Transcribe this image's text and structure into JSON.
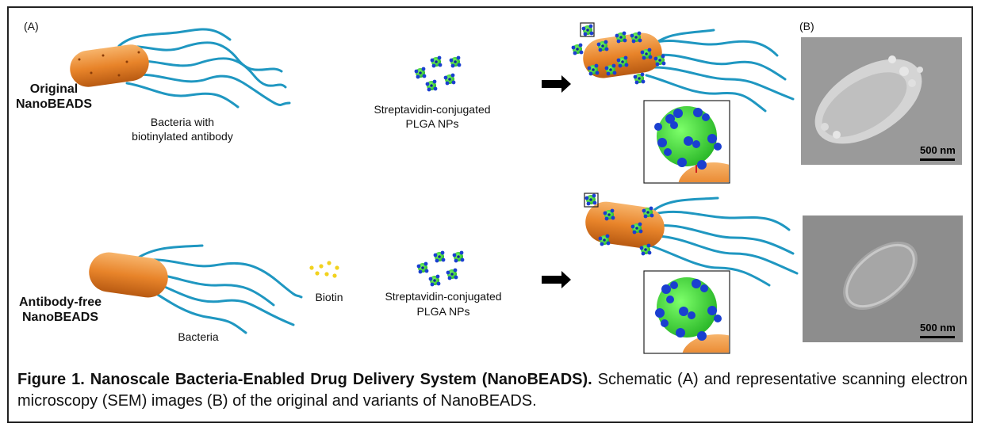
{
  "panel_a_label": "(A)",
  "panel_b_label": "(B)",
  "row1": {
    "name_line1": "Original",
    "name_line2": "NanoBEADS",
    "bacteria_line1": "Bacteria with",
    "bacteria_line2": "biotinylated antibody",
    "np_line1": "Streptavidin-conjugated",
    "np_line2": "PLGA NPs"
  },
  "row2": {
    "name_line1": "Antibody-free",
    "name_line2": "NanoBEADS",
    "bacteria_label": "Bacteria",
    "biotin_label": "Biotin",
    "np_line1": "Streptavidin-conjugated",
    "np_line2": "PLGA NPs"
  },
  "sem": {
    "scale_top": "500 nm",
    "scale_bottom": "500 nm"
  },
  "caption": {
    "title": "Figure 1. Nanoscale Bacteria-Enabled Drug Delivery System (NanoBEADS).",
    "body": " Schematic (A) and representative scanning electron microscopy (SEM) images (B) of the original and variants of NanoBEADS."
  },
  "colors": {
    "bacteria": "#e8842a",
    "flagella": "#1f97c1",
    "nanoparticle": "#33cc33",
    "streptavidin": "#1a3fd0",
    "biotin": "#f2d21e"
  }
}
